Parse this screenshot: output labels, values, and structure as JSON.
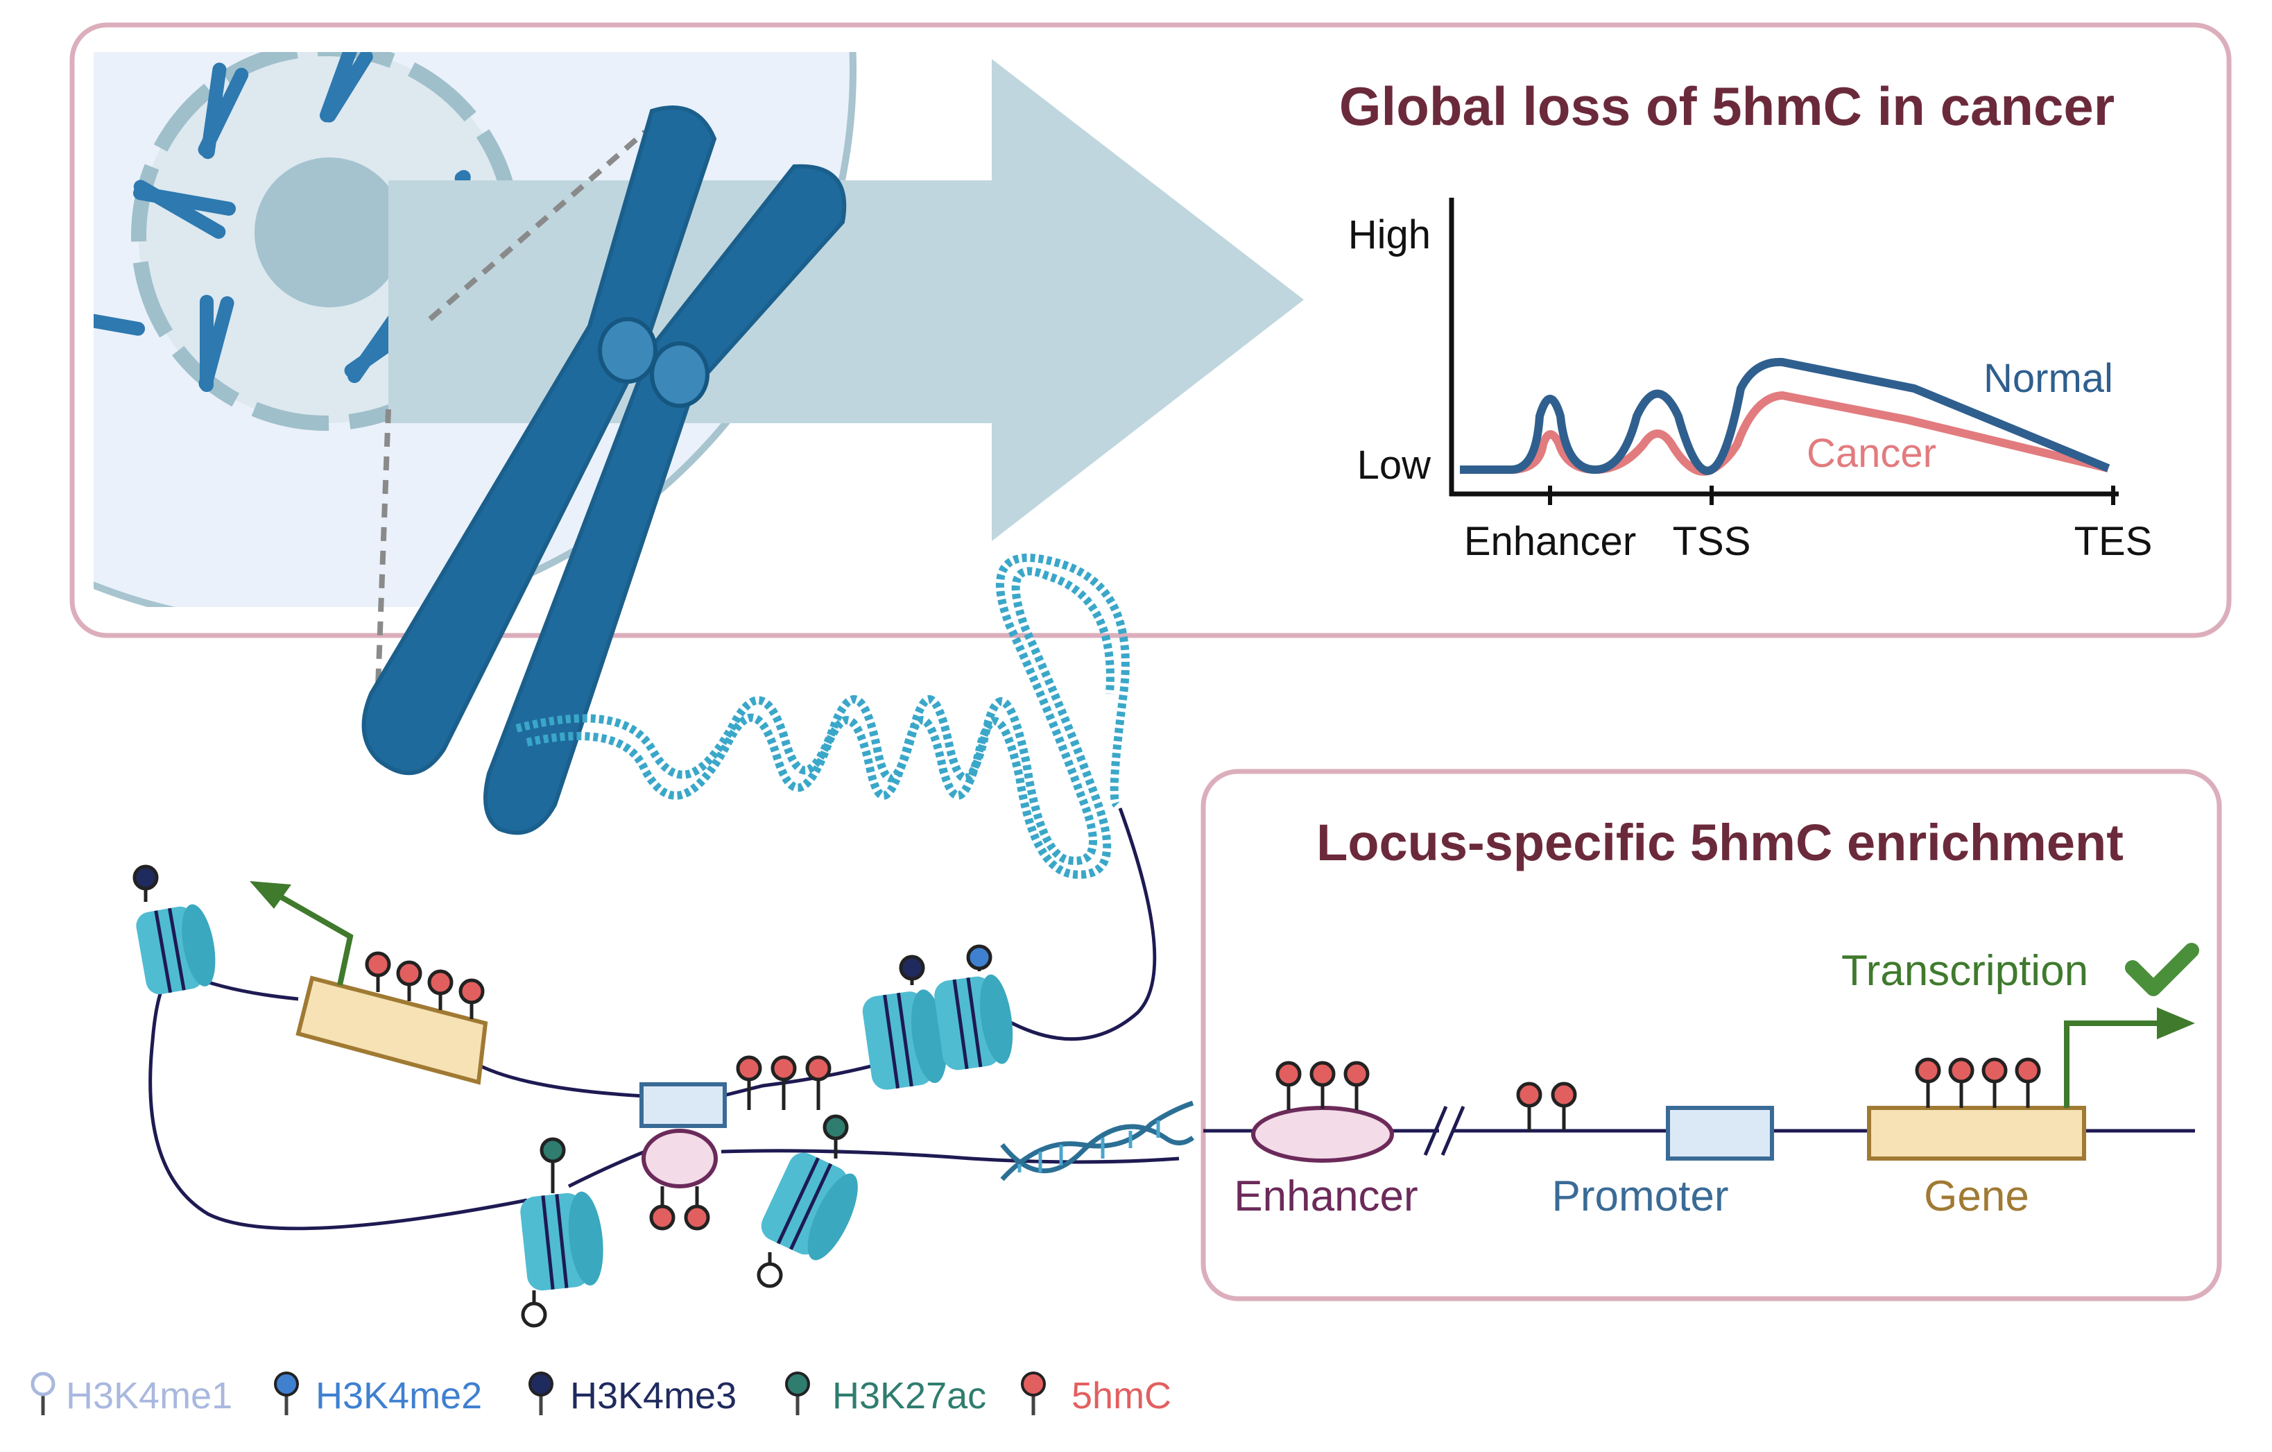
{
  "global_panel": {
    "title": "Global loss of 5hmC in cancer",
    "plot": {
      "y_high": "High",
      "y_low": "Low",
      "x_ticks": [
        "Enhancer",
        "TSS",
        "TES"
      ],
      "series": [
        {
          "name": "Normal",
          "color": "#2f5f8e"
        },
        {
          "name": "Cancer",
          "color": "#e27b7e"
        }
      ]
    }
  },
  "locus_panel": {
    "title": "Locus-specific 5hmC enrichment",
    "transcription_label": "Transcription",
    "enhancer_label": "Enhancer",
    "promoter_label": "Promoter",
    "gene_label": "Gene"
  },
  "legend": [
    {
      "label": "H3K4me1",
      "color": "#a9b8de"
    },
    {
      "label": "H3K4me2",
      "color": "#3f80d0"
    },
    {
      "label": "H3K4me3",
      "color": "#1f2a5e"
    },
    {
      "label": "H3K27ac",
      "color": "#2f7d6f"
    },
    {
      "label": "5hmC",
      "color": "#e25f5f"
    }
  ],
  "colors": {
    "panel_border": "#dcaebb",
    "title_text": "#6b2a3b",
    "chromosome": "#1f6a9c",
    "dna": "#3aa7c9",
    "nucleosome": "#4fbcd2",
    "arrow": "#bfd6de",
    "gene_box": "#f6e2b4",
    "gene_border": "#a07a33",
    "promoter_box": "#dbe9f6",
    "promoter_border": "#3a6b96",
    "enhancer_fill": "#f3dbe8",
    "enhancer_border": "#6b2a5a",
    "transcription_green": "#3f7a2d"
  }
}
